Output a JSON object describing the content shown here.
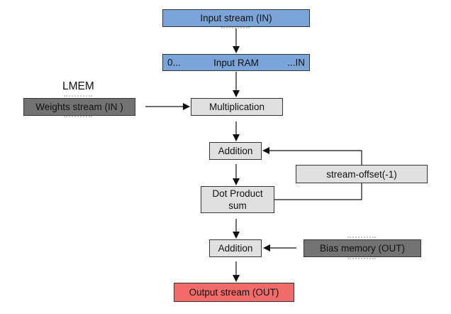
{
  "nodes": {
    "input_stream": "Input stream (IN)",
    "input_ram": {
      "label": "Input RAM",
      "start": "0...",
      "end": "...IN"
    },
    "lmem_label": "LMEM",
    "weights_stream": "Weights stream (IN )",
    "multiplication": "Multiplication",
    "addition_1": "Addition",
    "stream_offset": "stream-offset(-1)",
    "dot_product": [
      "Dot Product",
      "sum"
    ],
    "addition_2": "Addition",
    "bias_memory": "Bias memory (OUT)",
    "output_stream": "Output stream (OUT)"
  },
  "colors": {
    "stream_blue": "#7ba4d8",
    "lmem_gray": "#737373",
    "op_light_gray": "#e0e0e0",
    "output_red": "#f26b6b",
    "line": "#111111"
  }
}
